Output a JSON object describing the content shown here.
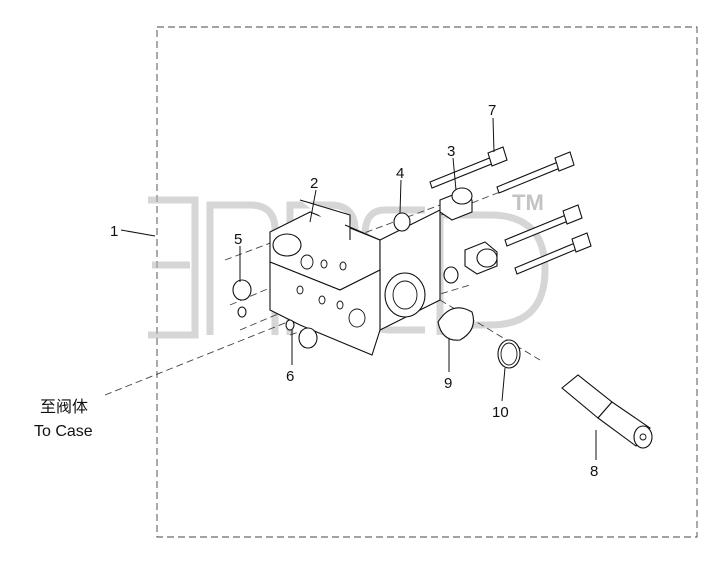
{
  "watermark": {
    "trademark": "TM"
  },
  "callouts": [
    "1",
    "2",
    "3",
    "4",
    "5",
    "6",
    "7",
    "8",
    "9",
    "10"
  ],
  "caption": {
    "line1": "至阀体",
    "line2": "To Case"
  }
}
